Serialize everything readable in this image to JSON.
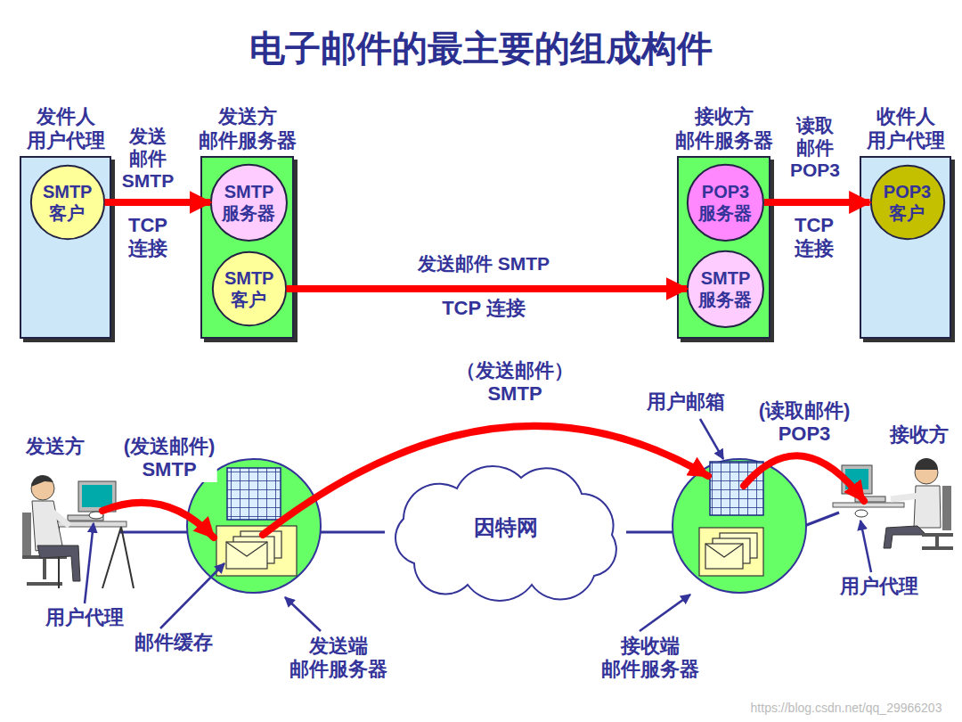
{
  "diagram": {
    "title": "电子邮件的最主要的组成构件",
    "nodes": [
      {
        "text": [
          "发件人 用户代理"
        ]
      },
      {
        "text": [
          "SMTP 客户"
        ],
        "in": 0
      },
      {
        "text": [
          "发送方 邮件服务器"
        ]
      },
      {
        "text": [
          "SMTP 服务器"
        ],
        "in": 2
      },
      {
        "text": [
          "SMTP 客户"
        ],
        "in": 2
      },
      {
        "text": [
          "接收方 邮件服务器"
        ]
      },
      {
        "text": [
          "POP3 服务器"
        ],
        "in": 5
      },
      {
        "text": [
          "SMTP 服务器"
        ],
        "in": 5
      },
      {
        "text": [
          "收件人 用户代理"
        ]
      },
      {
        "text": [
          "POP3 客户"
        ],
        "in": 8
      },
      {
        "text": [
          "因特网"
        ]
      }
    ],
    "edges": [
      {
        "from": 1,
        "to": 3,
        "arrow": "to",
        "label": "发送 邮件 SMTP"
      },
      {
        "from": 4,
        "to": 7,
        "arrow": "to",
        "label": "发送邮件 SMTP"
      },
      {
        "from": 6,
        "to": 9,
        "arrow": "to",
        "label": "读取 邮件 POP3"
      }
    ],
    "labels": [
      "TCP 连接",
      "TCP 连接",
      "TCP 连接",
      "发送方",
      "(发送邮件) SMTP",
      "（发送邮件） SMTP",
      "用户邮箱",
      "(读取邮件) POP3",
      "接收方",
      "用户代理",
      "邮件缓存",
      "发送端 邮件服务器",
      "接收端 邮件服务器",
      "用户代理",
      "https://blog.csdn.net/qq_29966203"
    ]
  }
}
